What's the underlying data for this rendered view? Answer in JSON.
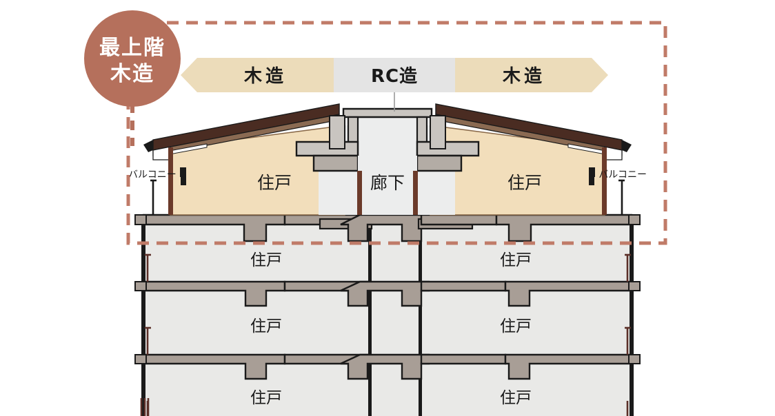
{
  "diagram": {
    "title_badge": {
      "line1": "最上階",
      "line2": "木造",
      "color": "#b5705c",
      "text_color": "#ffffff"
    },
    "banner": {
      "segments": [
        {
          "label": "木造",
          "material": "wood",
          "fill": "#ecdcba",
          "text_color": "#1a1a1a"
        },
        {
          "label": "RC造",
          "material": "reinforced-concrete",
          "fill": "#e4e4e4",
          "text_color": "#1a1a1a"
        },
        {
          "label": "木造",
          "material": "wood",
          "fill": "#ecdcba",
          "text_color": "#1a1a1a"
        }
      ]
    },
    "highlight_region": {
      "style": "dashed",
      "color": "#c07b68"
    },
    "colors": {
      "wood_fill": "#f2debb",
      "rc_fill": "#e9e9e7",
      "slab_fill": "#a89e96",
      "roof_dark": "#4a2c22",
      "outline": "#1a1a1a",
      "wood_post": "#6b3a2a"
    },
    "floors": [
      {
        "level": "top",
        "construction": "木造",
        "rooms": [
          {
            "label": "住戸",
            "type": "dwelling",
            "side": "left"
          },
          {
            "label": "廊下",
            "type": "corridor",
            "side": "center"
          },
          {
            "label": "住戸",
            "type": "dwelling",
            "side": "right"
          }
        ],
        "balconies": [
          {
            "label": "バルコニー",
            "side": "left"
          },
          {
            "label": "バルコニー",
            "side": "right"
          }
        ]
      },
      {
        "level": "2",
        "construction": "RC造",
        "rooms": [
          {
            "label": "住戸",
            "type": "dwelling",
            "side": "left"
          },
          {
            "label": "",
            "type": "corridor",
            "side": "center"
          },
          {
            "label": "住戸",
            "type": "dwelling",
            "side": "right"
          }
        ]
      },
      {
        "level": "3",
        "construction": "RC造",
        "rooms": [
          {
            "label": "住戸",
            "type": "dwelling",
            "side": "left"
          },
          {
            "label": "",
            "type": "corridor",
            "side": "center"
          },
          {
            "label": "住戸",
            "type": "dwelling",
            "side": "right"
          }
        ]
      },
      {
        "level": "4",
        "construction": "RC造",
        "rooms": [
          {
            "label": "住戸",
            "type": "dwelling",
            "side": "left"
          },
          {
            "label": "",
            "type": "corridor",
            "side": "center"
          },
          {
            "label": "住戸",
            "type": "dwelling",
            "side": "right"
          }
        ]
      }
    ]
  }
}
